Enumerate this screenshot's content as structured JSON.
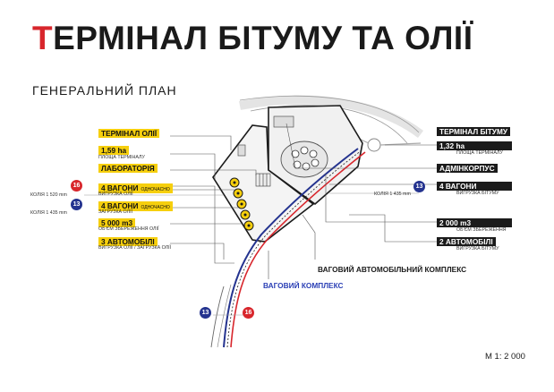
{
  "title": {
    "accent": "Т",
    "rest": "ЕРМІНАЛ БІТУМУ ТА ОЛІЇ"
  },
  "subtitle": "ГЕНЕРАЛЬНИЙ ПЛАН",
  "scale": "М 1: 2 000",
  "left_labels": {
    "terminal": "ТЕРМІНАЛ ОЛІЇ",
    "area_value": "1,59 ha",
    "area_caption": "ПЛОЩА ТЕРМІНАЛУ",
    "lab": "ЛАБОРАТОРІЯ",
    "wagons1_value": "4 ВАГОНИ",
    "wagons1_note": "ОДНОЧАСНО",
    "wagons1_caption": "ВИГРУЗКА ОЛІЇ",
    "wagons2_value": "4 ВАГОНИ",
    "wagons2_note": "ОДНОЧАСНО",
    "wagons2_caption": "ЗАГРУЗКА ОЛІЇ",
    "volume_value": "5 000 m3",
    "volume_caption": "ОБ'ЄМ ЗБЕРЕЖЕННЯ ОЛІЇ",
    "cars_value": "3 АВТОМОБІЛІ",
    "cars_caption": "ВИГРУЗКА ОЛІЇ / ЗАГРУЗКА ОЛІЇ"
  },
  "right_labels": {
    "terminal": "ТЕРМІНАЛ БІТУМУ",
    "area_value": "1,32 ha",
    "area_caption": "ПЛОЩА ТЕРМІНАЛУ",
    "admin": "АДМІНКОРПУС",
    "wagons_value": "4 ВАГОНИ",
    "wagons_caption": "ВИГРУЗКА БІТУМУ",
    "volume_value": "2 000 m3",
    "volume_caption": "ОБ'ЄМ ЗБЕРЕЖЕННЯ",
    "cars_value": "2 АВТОМОБІЛІ",
    "cars_caption": "ВИГРУЗКА БІТУМУ"
  },
  "gauges": {
    "left_1520": "КОЛІЯ 1 520 mm",
    "left_1435": "КОЛІЯ 1 435 mm",
    "right_1435": "КОЛІЯ 1 435 mm"
  },
  "badges": {
    "red": "16",
    "blue": "13"
  },
  "annotations": {
    "auto_complex": "ВАГОВИЙ АВТОМОБІЛЬНИЙ КОМПЛЕКС",
    "wagon_complex": "ВАГОВИЙ КОМПЛЕКС"
  },
  "colors": {
    "accent": "#d8262c",
    "yellow": "#f6cf0d",
    "dark": "#1b1b1b",
    "blue_track": "#24338f",
    "red_track": "#d8262c"
  }
}
